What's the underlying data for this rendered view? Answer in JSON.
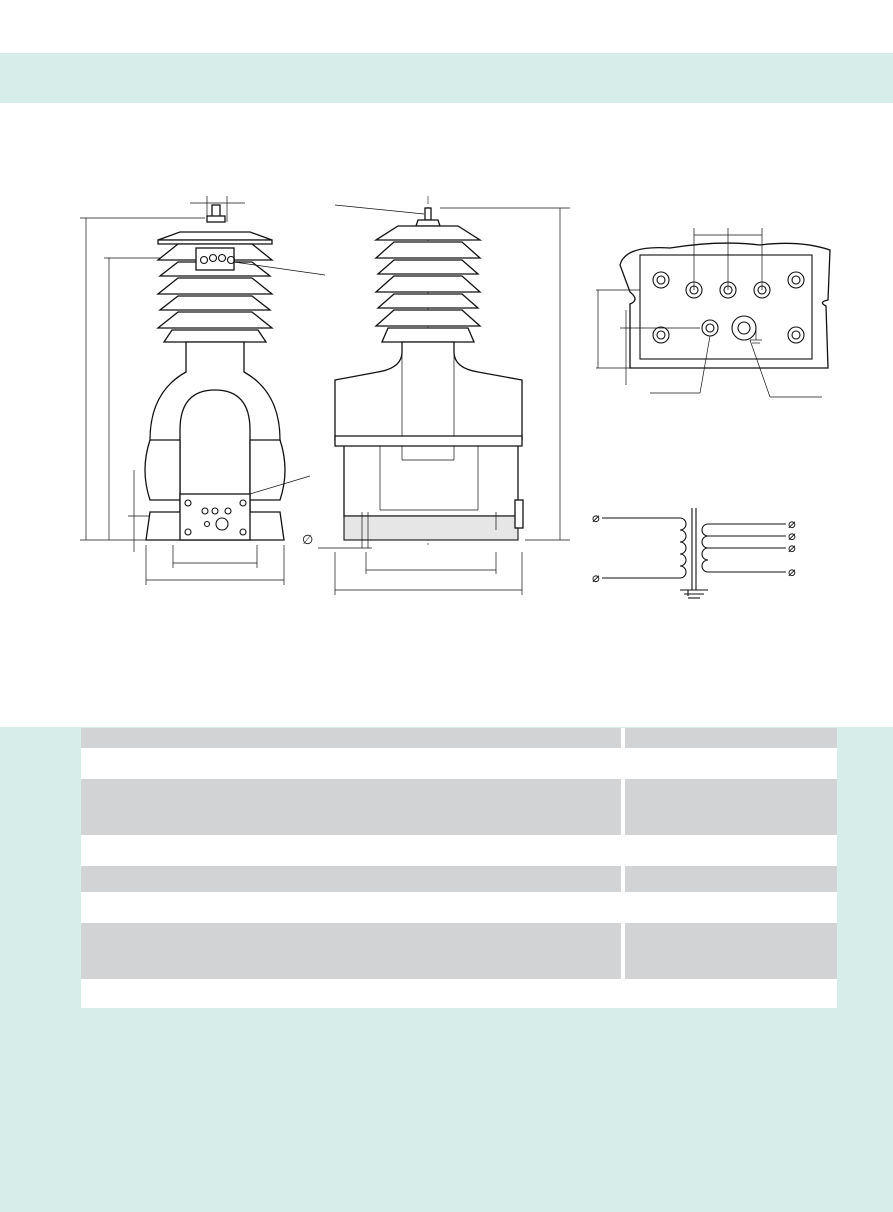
{
  "drawing": {
    "diameter_symbol": "∅"
  },
  "spec_table": {
    "rows": [
      {
        "type": "header",
        "label": "",
        "value": ""
      },
      {
        "type": "white",
        "label": "",
        "value": ""
      },
      {
        "type": "grey-tall",
        "label": "",
        "value": ""
      },
      {
        "type": "white",
        "label": "",
        "value": ""
      },
      {
        "type": "grey",
        "label": "",
        "value": ""
      },
      {
        "type": "white",
        "label": "",
        "value": ""
      },
      {
        "type": "grey-tall",
        "label": "",
        "value": ""
      },
      {
        "type": "white",
        "label": "",
        "value": ""
      }
    ]
  },
  "colors": {
    "band": "#d7ede9",
    "table_grey": "#d2d3d5"
  }
}
